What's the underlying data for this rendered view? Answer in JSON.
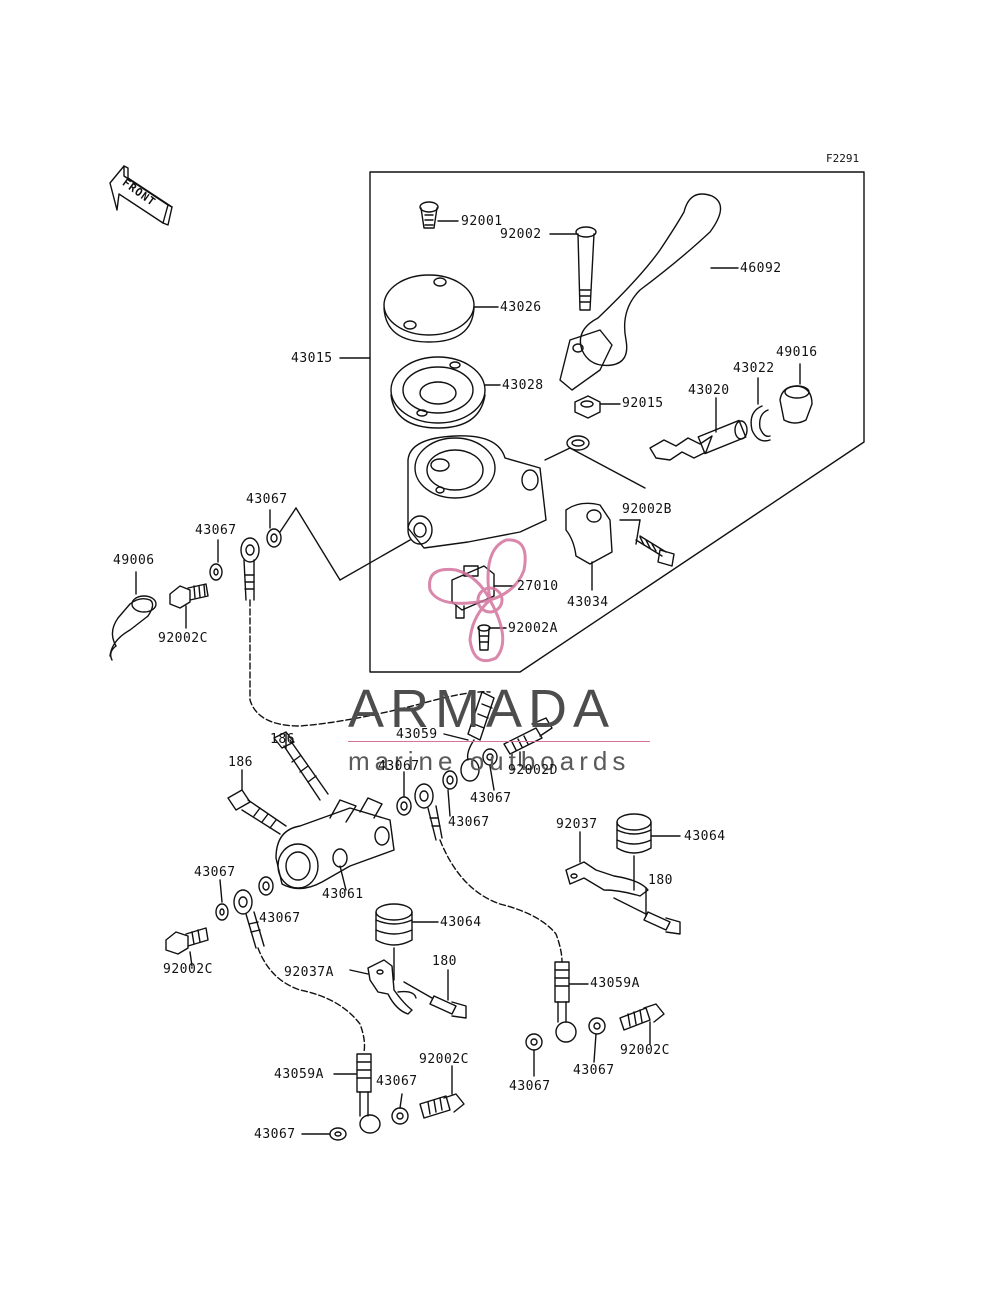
{
  "figure_code": "F2291",
  "front_arrow_label": "FRONT",
  "watermark": {
    "title": "ARMADA",
    "subtitle": "marine outboards"
  },
  "labels": {
    "l92001": "92001",
    "l92002": "92002",
    "l46092": "46092",
    "l43026": "43026",
    "l43015": "43015",
    "l43028": "43028",
    "l49016": "49016",
    "l43022": "43022",
    "l43020": "43020",
    "l92015": "92015",
    "l43067a": "43067",
    "l43067b": "43067",
    "l49006": "49006",
    "l92002c_a": "92002C",
    "l92002b": "92002B",
    "l27010": "27010",
    "l43034": "43034",
    "l92002a": "92002A",
    "l43059": "43059",
    "l186a": "186",
    "l186b": "186",
    "l43067c": "43067",
    "l92002d": "92002D",
    "l43067d": "43067",
    "l43067e": "43067",
    "l92037": "92037",
    "l43064a": "43064",
    "l180a": "180",
    "l43067f": "43067",
    "l43067g": "43067",
    "l43061": "43061",
    "l43064b": "43064",
    "l92002c_b": "92002C",
    "l92037a": "92037A",
    "l180b": "180",
    "l43059a_a": "43059A",
    "l92002c_c": "92002C",
    "l43067h": "43067",
    "l43067i": "43067",
    "l43059a_b": "43059A",
    "l92002c_d": "92002C",
    "l43067j": "43067",
    "l43067k": "43067"
  }
}
